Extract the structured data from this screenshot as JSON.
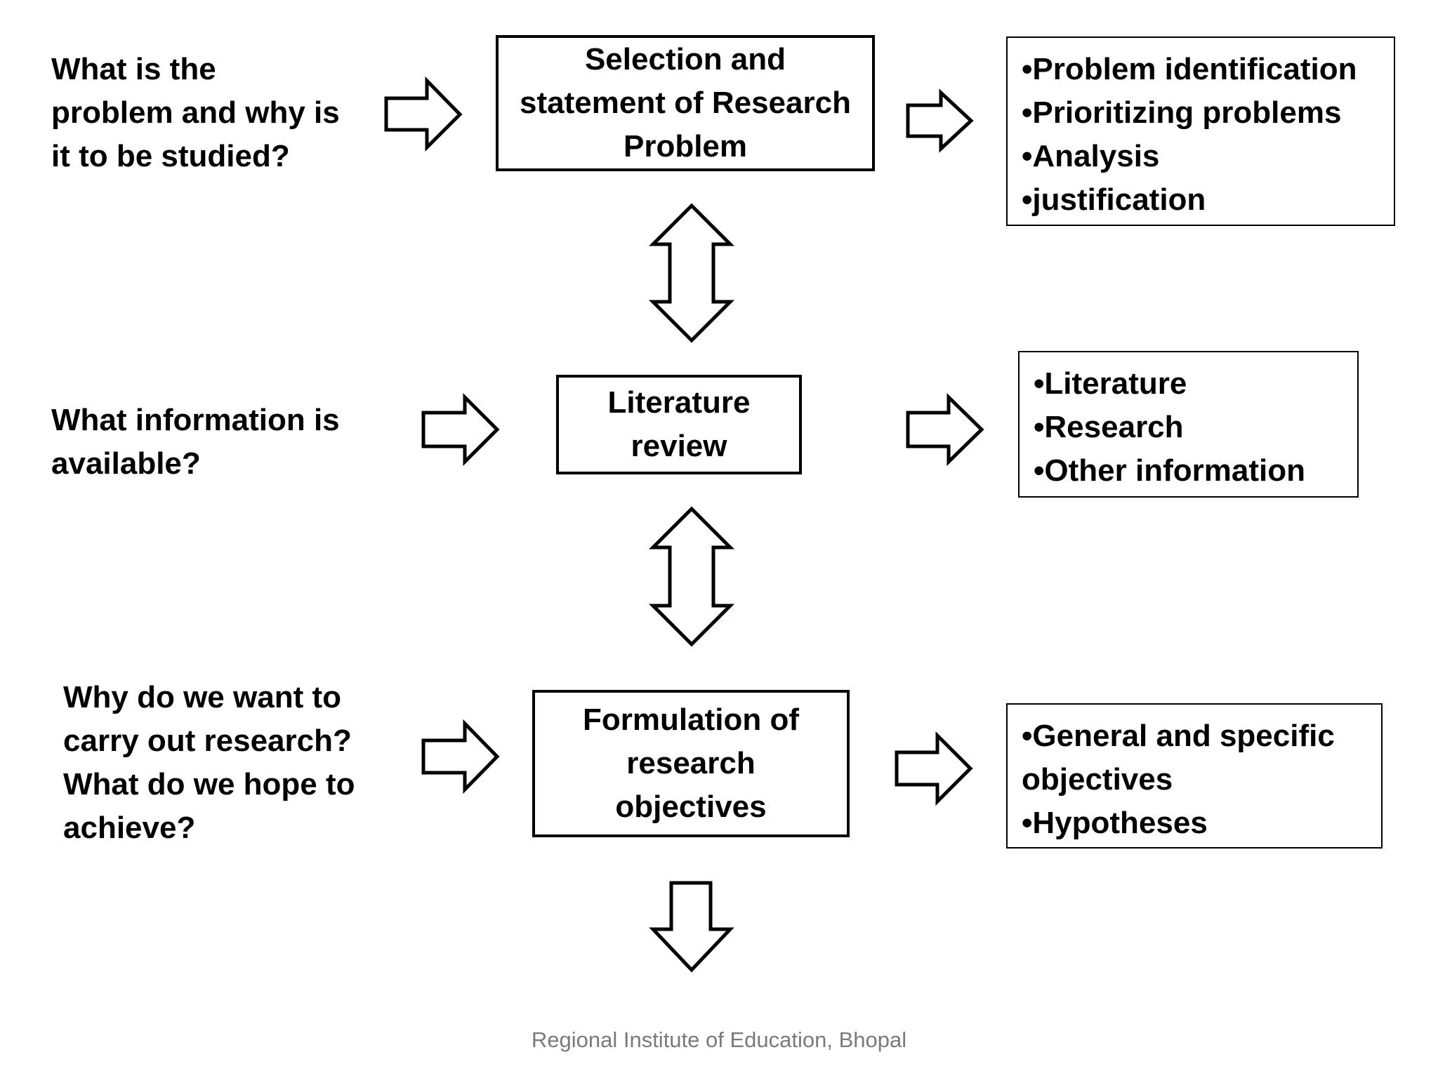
{
  "rows": [
    {
      "question": "What is the\nproblem and why is\nit to be studied?",
      "step": "Selection and\nstatement of Research\nProblem",
      "details": [
        "•Problem identification",
        "•Prioritizing problems",
        "•Analysis",
        "•justification"
      ]
    },
    {
      "question": "What information is\navailable?",
      "step": "Literature\nreview",
      "details": [
        "•Literature",
        "•Research",
        "•Other information"
      ]
    },
    {
      "question": "Why do we want to\ncarry out research?\nWhat do we hope to\nachieve?",
      "step": "Formulation of\nresearch\nobjectives",
      "details": [
        "•General and specific\nobjectives",
        "•Hypotheses"
      ]
    }
  ],
  "footer": "Regional Institute of Education, Bhopal",
  "colors": {
    "stroke": "#000000",
    "footer_text": "#7a7a7a"
  }
}
